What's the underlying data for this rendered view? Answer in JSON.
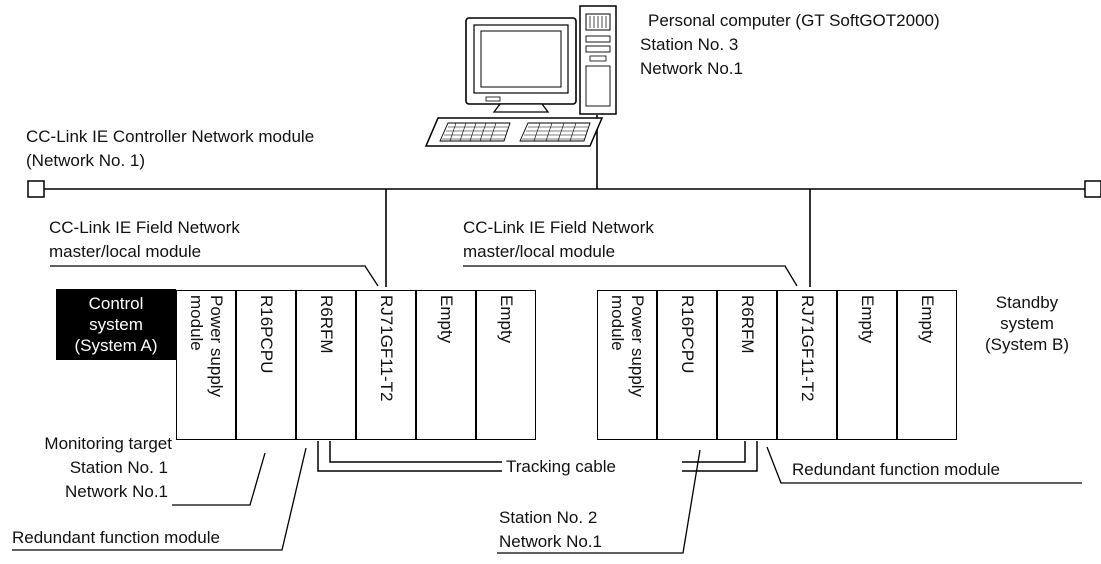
{
  "pc": {
    "title": "Personal computer (GT SoftGOT2000)",
    "station": "Station No. 3",
    "network": "Network No.1"
  },
  "network_module": {
    "line1": "CC-Link IE Controller Network module",
    "line2": "(Network No. 1)"
  },
  "field_network": {
    "line1": "CC-Link IE Field Network",
    "line2": "master/local module"
  },
  "system_a": {
    "label": "Control\nsystem\n(System A)",
    "modules": [
      "Power supply\nmodule",
      "R16PCPU",
      "R6RFM",
      "RJ71GF11-T2",
      "Empty",
      "Empty"
    ]
  },
  "system_b": {
    "label": "Standby\nsystem\n(System B)",
    "modules": [
      "Power supply\nmodule",
      "R16PCPU",
      "R6RFM",
      "RJ71GF11-T2",
      "Empty",
      "Empty"
    ]
  },
  "monitoring": {
    "line1": "Monitoring target",
    "line2": "Station No. 1",
    "line3": "Network No.1"
  },
  "redundant_left": "Redundant function module",
  "redundant_right": "Redundant function module",
  "tracking_cable": "Tracking cable",
  "station2": {
    "line1": "Station No. 2",
    "line2": "Network No.1"
  }
}
